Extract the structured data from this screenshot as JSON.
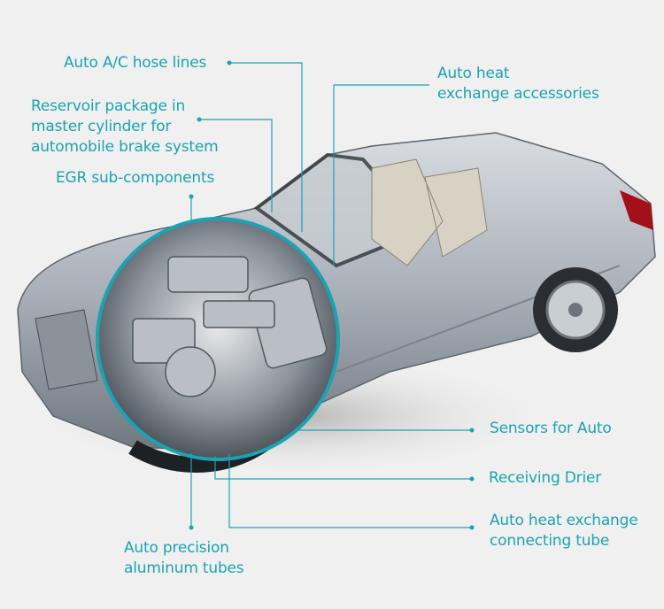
{
  "accent_color": "#1aa3b3",
  "labels": {
    "ac_hose": "Auto A/C hose lines",
    "reservoir": [
      "Reservoir package in",
      "master cylinder for",
      "automobile brake system"
    ],
    "egr": "EGR sub-components",
    "heat_accessories": [
      "Auto heat",
      "exchange accessories"
    ],
    "sensors": "Sensors for Auto",
    "drier": "Receiving Drier",
    "connecting_tube": [
      "Auto heat exchange",
      "connecting tube"
    ],
    "aluminum_tubes": [
      "Auto precision",
      "aluminum tubes"
    ]
  },
  "image": {
    "subject": "car-cutaway"
  }
}
